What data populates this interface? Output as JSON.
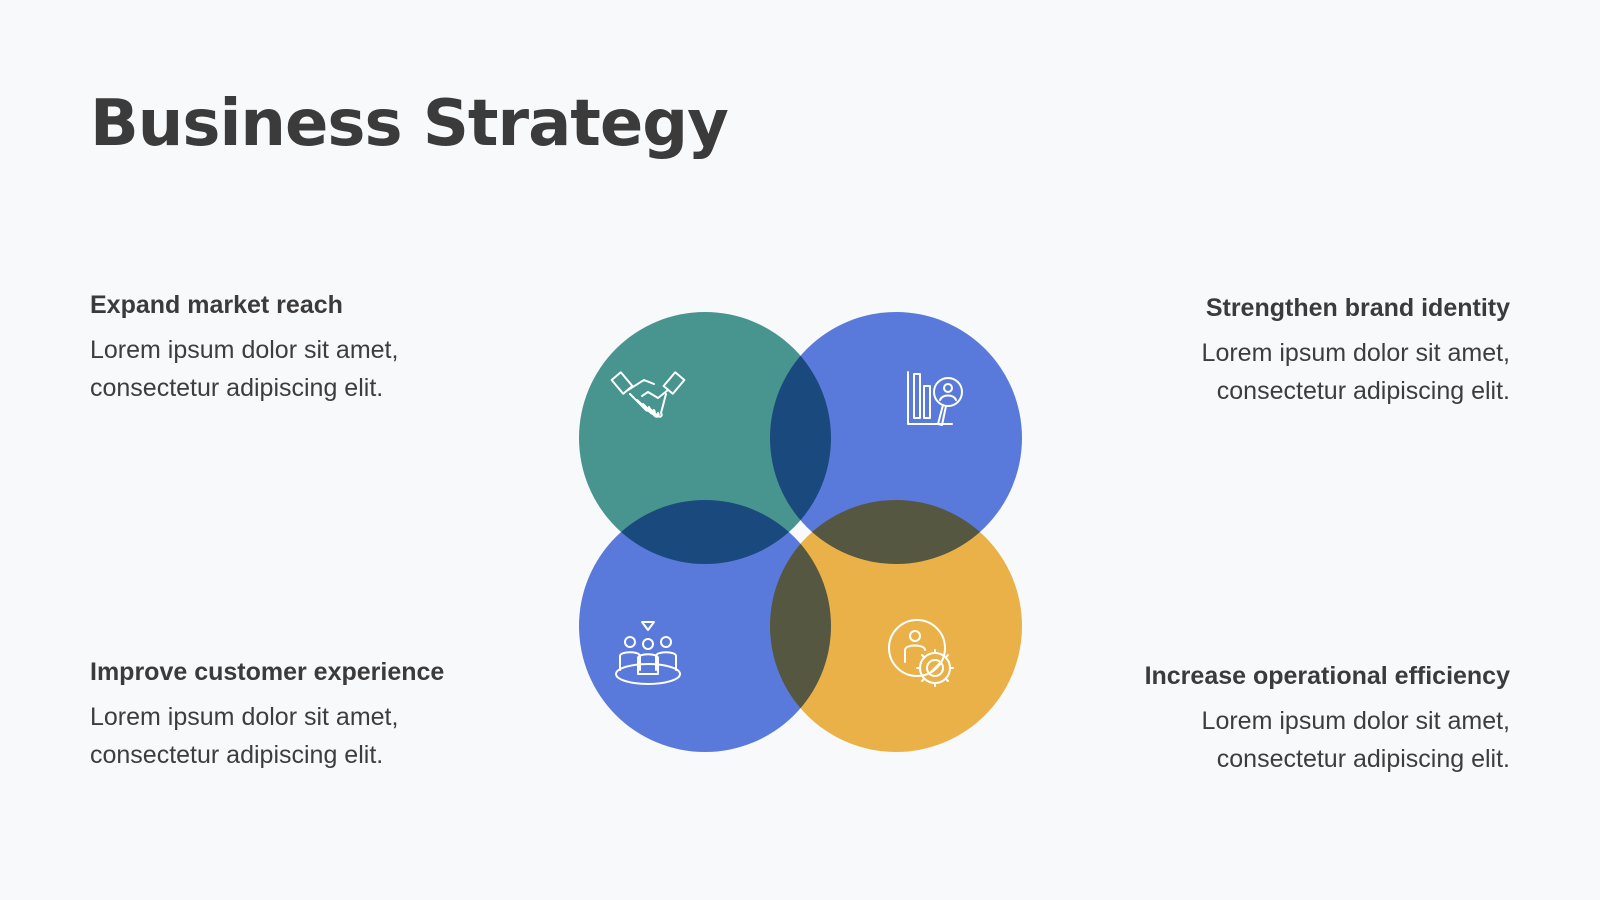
{
  "title": "Business Strategy",
  "items": [
    {
      "id": "tl",
      "heading": "Expand market reach",
      "desc_line1": "Lorem ipsum dolor sit amet,",
      "desc_line2": "consectetur adipiscing elit.",
      "color": "#4a9891",
      "icon": "handshake-icon"
    },
    {
      "id": "tr",
      "heading": "Strengthen brand identity",
      "desc_line1": "Lorem ipsum dolor sit amet,",
      "desc_line2": "consectetur adipiscing elit.",
      "color": "#5b7ddf",
      "icon": "analytics-person-icon"
    },
    {
      "id": "bl",
      "heading": "Improve customer experience",
      "desc_line1": "Lorem ipsum dolor sit amet,",
      "desc_line2": "consectetur adipiscing elit.",
      "color": "#5b7ddf",
      "icon": "group-icon"
    },
    {
      "id": "br",
      "heading": "Increase operational efficiency",
      "desc_line1": "Lorem ipsum dolor sit amet,",
      "desc_line2": "consectetur adipiscing elit.",
      "color": "#f2b54a",
      "icon": "person-gear-icon"
    }
  ]
}
